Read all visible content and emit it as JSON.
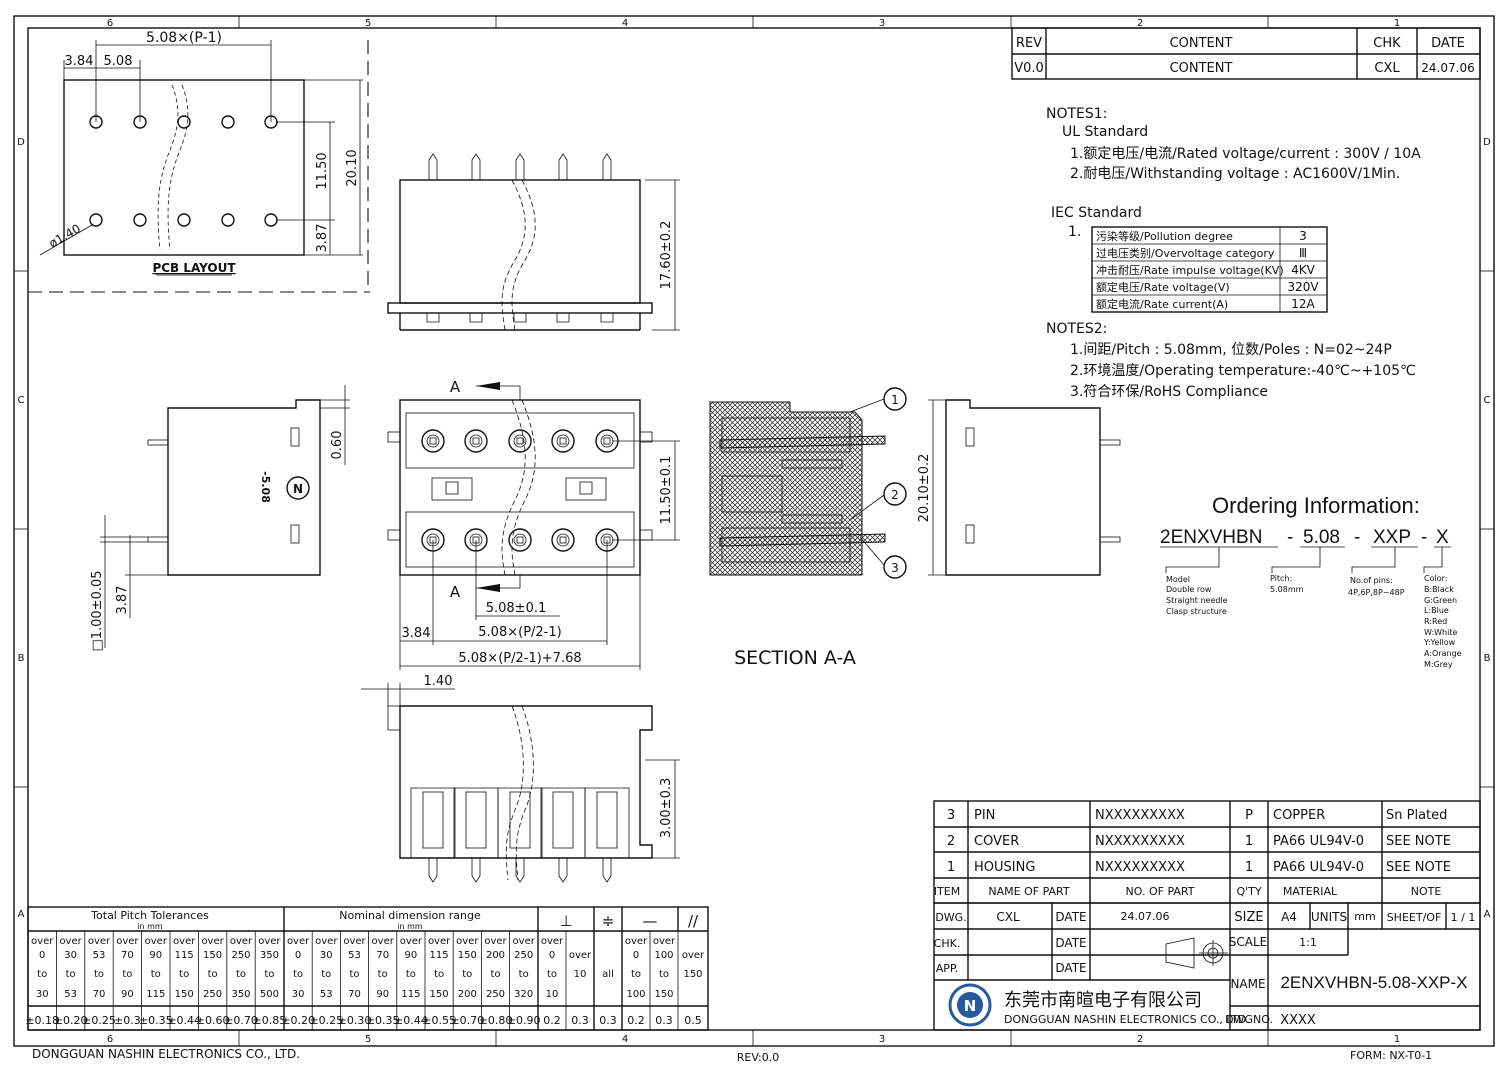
{
  "zone_columns": [
    "6",
    "5",
    "4",
    "3",
    "2",
    "1"
  ],
  "zone_rows": [
    "D",
    "C",
    "B",
    "A"
  ],
  "revision_table": {
    "headers": [
      "REV",
      "CONTENT",
      "CHK",
      "DATE"
    ],
    "rows": [
      [
        "V0.0",
        "CONTENT",
        "CXL",
        "24.07.06"
      ]
    ]
  },
  "notes1": {
    "title": "NOTES1:",
    "ul_title": "UL Standard",
    "ul_lines": [
      "1.额定电压/电流/Rated voltage/current : 300V / 10A",
      "2.耐电压/Withstanding voltage : AC1600V/1Min."
    ],
    "iec_title": "IEC Standard",
    "iec_index": "1.",
    "iec_rows": [
      [
        "污染等级/Pollution degree",
        "3"
      ],
      [
        "过电压类别/Overvoltage category",
        "Ⅲ"
      ],
      [
        "冲击耐压/Rate impulse voltage(KV)",
        "4KV"
      ],
      [
        "额定电压/Rate voltage(V)",
        "320V"
      ],
      [
        "额定电流/Rate current(A)",
        "12A"
      ]
    ]
  },
  "notes2": {
    "title": "NOTES2:",
    "lines": [
      "1.间距/Pitch : 5.08mm, 位数/Poles : N=02~24P",
      "2.环境温度/Operating temperature:-40℃~+105℃",
      "3.符合环保/RoHS Compliance"
    ]
  },
  "ordering": {
    "title": "Ordering Information:",
    "parts": [
      "2ENXVHBN",
      "-",
      "5.08",
      "-",
      "XXP",
      "-",
      "X"
    ],
    "model_lines": [
      "Model",
      "Double row",
      "Straight needle",
      "Clasp structure"
    ],
    "pitch_lines": [
      "Pitch:",
      "5.08mm"
    ],
    "pins_lines": [
      "No.of pins:",
      "4P,6P,8P~48P"
    ],
    "color_lines": [
      "Color:",
      "B:Black",
      "G:Green",
      "L:Blue",
      "R:Red",
      "W:White",
      "Y:Yellow",
      "A:Orange",
      "M:Grey"
    ]
  },
  "pcb_layout": {
    "label": "PCB LAYOUT",
    "dims": [
      "5.08×(P-1)",
      "3.84",
      "5.08",
      "11.50",
      "20.10",
      "3.87",
      "ø1.40"
    ]
  },
  "front_view_dims": [
    "17.60±0.2"
  ],
  "side_view_left": {
    "dims": [
      "0.60",
      "□1.00±0.05",
      "3.87"
    ],
    "mark": "-5.08"
  },
  "top_view": {
    "section_marks": [
      "A",
      "A"
    ],
    "dims": [
      "11.50±0.1",
      "5.08±0.1",
      "3.84",
      "5.08×(P/2-1)",
      "5.08×(P/2-1)+7.68"
    ]
  },
  "section": {
    "title": "SECTION A-A",
    "balloons": [
      "1",
      "2",
      "3"
    ]
  },
  "side_view_right_dims": [
    "20.10±0.2"
  ],
  "bottom_view_dims": [
    "1.40",
    "3.00±0.3"
  ],
  "bom": {
    "rows": [
      [
        "3",
        "PIN",
        "NXXXXXXXXX",
        "P",
        "COPPER",
        "Sn Plated"
      ],
      [
        "2",
        "COVER",
        "NXXXXXXXXX",
        "1",
        "PA66 UL94V-0",
        "SEE NOTE"
      ],
      [
        "1",
        "HOUSING",
        "NXXXXXXXXX",
        "1",
        "PA66 UL94V-0",
        "SEE NOTE"
      ]
    ],
    "headers": [
      "ITEM",
      "NAME OF PART",
      "NO. OF PART",
      "Q'TY",
      "MATERIAL",
      "NOTE"
    ]
  },
  "title_block": {
    "dwg_label": "DWG.",
    "dwg_by": "CXL",
    "date_label": "DATE",
    "date": "24.07.06",
    "size_label": "SIZE",
    "size": "A4",
    "units_label": "UNITS",
    "units": "mm",
    "sheet_label": "SHEET/OF",
    "sheet": "1 / 1",
    "chk_label": "CHK.",
    "app_label": "APP.",
    "scale_label": "SCALE",
    "scale": "1:1",
    "name_label": "NAME",
    "name": "2ENXVHBN-5.08-XXP-X",
    "company_cn": "东莞市南暄电子有限公司",
    "company_en": "DONGGUAN NASHIN ELECTRONICS CO., LTD.",
    "dwgno_label": "DWGNO.",
    "dwgno": "XXXX",
    "logo_letter": "N"
  },
  "tolerances": {
    "pitch_title": "Total Pitch Tolerances",
    "pitch_unit": "in mm",
    "nominal_title": "Nominal dimension range",
    "nominal_unit": "in mm",
    "geo_symbols": [
      "⊥",
      "≑",
      "—",
      "//"
    ],
    "pitch_cols": [
      [
        "over",
        "0",
        "to",
        "30",
        "±0.18"
      ],
      [
        "over",
        "30",
        "to",
        "53",
        "±0.20"
      ],
      [
        "over",
        "53",
        "to",
        "70",
        "±0.25"
      ],
      [
        "over",
        "70",
        "to",
        "90",
        "±0.3"
      ],
      [
        "over",
        "90",
        "to",
        "115",
        "±0.35"
      ],
      [
        "over",
        "115",
        "to",
        "150",
        "±0.44"
      ],
      [
        "over",
        "150",
        "to",
        "250",
        "±0.60"
      ],
      [
        "over",
        "250",
        "to",
        "350",
        "±0.70"
      ],
      [
        "over",
        "350",
        "to",
        "500",
        "±0.85"
      ]
    ],
    "nominal_cols": [
      [
        "over",
        "0",
        "to",
        "30",
        "±0.20"
      ],
      [
        "over",
        "30",
        "to",
        "53",
        "±0.25"
      ],
      [
        "over",
        "53",
        "to",
        "70",
        "±0.30"
      ],
      [
        "over",
        "70",
        "to",
        "90",
        "±0.35"
      ],
      [
        "over",
        "90",
        "to",
        "115",
        "±0.44"
      ],
      [
        "over",
        "115",
        "to",
        "150",
        "±0.55"
      ],
      [
        "over",
        "150",
        "to",
        "200",
        "±0.70"
      ],
      [
        "over",
        "200",
        "to",
        "250",
        "±0.80"
      ],
      [
        "over",
        "250",
        "to",
        "320",
        "±0.90"
      ]
    ],
    "geo_cols": [
      [
        "over",
        "0",
        "to",
        "10",
        "0.2"
      ],
      [
        "",
        "over",
        "10",
        "",
        "0.3"
      ],
      [
        "",
        "",
        "all",
        "",
        "0.3"
      ],
      [
        "over",
        "0",
        "to",
        "100",
        "0.2"
      ],
      [
        "over",
        "100",
        "to",
        "150",
        "0.3"
      ],
      [
        "",
        "over",
        "150",
        "",
        "0.5"
      ]
    ]
  },
  "footer": {
    "company": "DONGGUAN NASHIN ELECTRONICS CO., LTD.",
    "rev": "REV:0.0",
    "form": "FORM: NX-T0-1"
  }
}
